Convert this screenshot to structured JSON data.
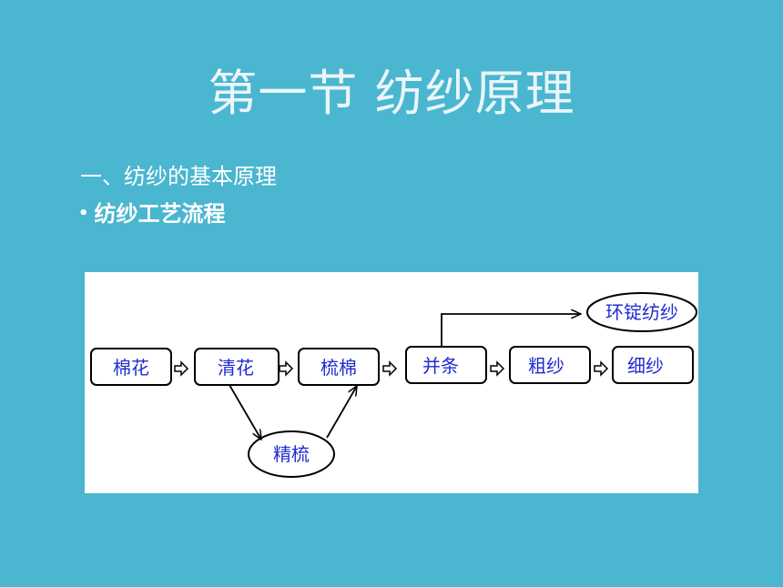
{
  "slide": {
    "title": "第一节  纺纱原理",
    "subtitle": "一、纺纱的基本原理",
    "bullet": "纺纱工艺流程"
  },
  "diagram": {
    "nodes": {
      "mianhua": "棉花",
      "qinghua": "清花",
      "shumian": "梳棉",
      "bingtiao": "并条",
      "cusha": "粗纱",
      "xisha": "细纱",
      "jingshu": "精梳",
      "huanding": "环锭纺纱"
    }
  },
  "colors": {
    "background": "#4bb6d0",
    "node_text": "#1f2ccf",
    "panel": "#ffffff"
  }
}
